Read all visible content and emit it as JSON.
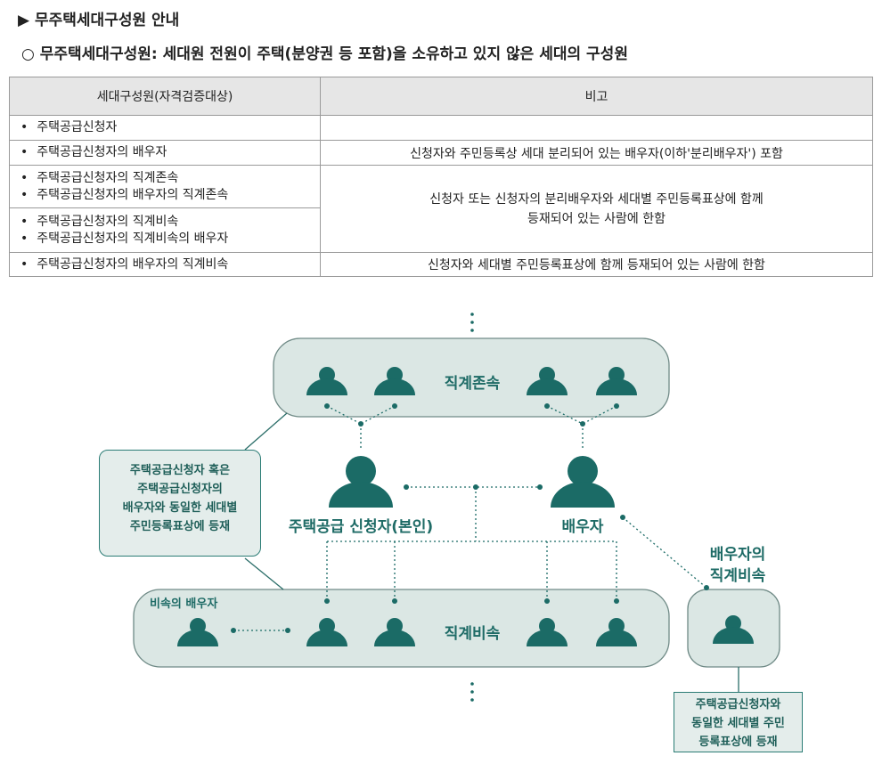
{
  "heading": "▶ 무주택세대구성원 안내",
  "subheading": "○ 무주택세대구성원: 세대원 전원이 주택(분양권 등 포함)을 소유하고 있지 않은 세대의 구성원",
  "table": {
    "headers": [
      "세대구성원(자격검증대상)",
      "비고"
    ],
    "rows": [
      {
        "items": [
          "주택공급신청자"
        ],
        "note": ""
      },
      {
        "items": [
          "주택공급신청자의 배우자"
        ],
        "note": "신청자와 주민등록상 세대 분리되어 있는 배우자(이하'분리배우자') 포함"
      },
      {
        "items": [
          "주택공급신청자의 직계존속",
          "주택공급신청자의 배우자의 직계존속"
        ]
      },
      {
        "items": [
          "주택공급신청자의 직계비속",
          "주택공급신청자의 직계비속의 배우자"
        ]
      },
      {
        "items": [
          "주택공급신청자의 배우자의 직계비속"
        ],
        "note": "신청자와 세대별 주민등록표상에 함께 등재되어 있는 사람에 한함"
      }
    ],
    "merged_note_lines": [
      "신청자 또는 신청자의 분리배우자와 세대별 주민등록표상에 함께",
      "등재되어 있는 사람에 한함"
    ]
  },
  "diagram": {
    "ancestors_label": "직계존속",
    "descendants_label": "직계비속",
    "applicant_label": "주택공급 신청자(본인)",
    "spouse_label": "배우자",
    "spouse_desc_label_lines": [
      "배우자의",
      "직계비속"
    ],
    "desc_spouse_label": "비속의 배우자",
    "left_box_lines": [
      "주택공급신청자 혹은",
      "주택공급신청자의",
      "배우자와 동일한 세대별",
      "주민등록표상에 등재"
    ],
    "bottom_box_lines": [
      "주택공급신청자와",
      "동일한 세대별 주민",
      "등록표상에 등재"
    ],
    "colors": {
      "teal": "#1b6b66",
      "panel": "#dbe7e4",
      "panel_border": "#6f8a86"
    }
  }
}
